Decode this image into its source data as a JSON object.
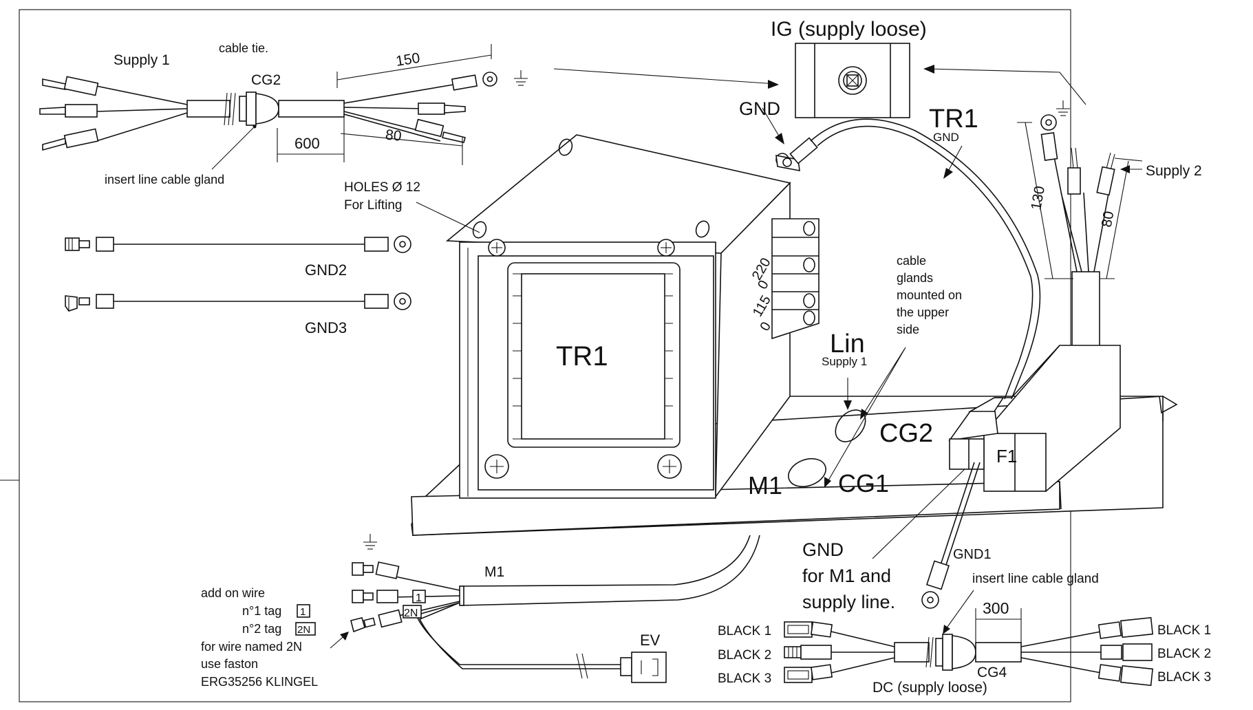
{
  "labels": {
    "supply1": "Supply 1",
    "cable_tie": "cable tie.",
    "cg2_top": "CG2",
    "dim_150": "150",
    "dim_600": "600",
    "dim_80_top": "80",
    "insert_gland_top": "insert line cable gland",
    "holes_line1": "HOLES Ø 12",
    "holes_line2": "For Lifting",
    "gnd2": "GND2",
    "gnd3": "GND3",
    "ig": "IG (supply loose)",
    "gnd_top": "GND",
    "tr1_big": "TR1",
    "tr1_gnd": "GND",
    "supply2": "Supply 2",
    "dim_130": "130",
    "dim_80_right": "80",
    "cable_glands_1": "cable",
    "cable_glands_2": "glands",
    "cable_glands_3": "mounted on",
    "cable_glands_4": "the upper",
    "cable_glands_5": "side",
    "lin": "Lin",
    "lin_supply": "Supply 1",
    "tr1_main": "TR1",
    "tap_220": "220",
    "tap_0a": "0",
    "tap_115": "115",
    "tap_0b": "0",
    "cg2_board": "CG2",
    "m1_board": "M1",
    "cg1_board": "CG1",
    "f1": "F1",
    "gnd_m1_1": "GND",
    "gnd_m1_2": "for M1 and",
    "gnd_m1_3": "supply line.",
    "gnd1": "GND1",
    "insert_gland_bottom": "insert line cable gland",
    "dim_300": "300",
    "black1_l": "BLACK 1",
    "black2_l": "BLACK 2",
    "black3_l": "BLACK 3",
    "black1_r": "BLACK 1",
    "black2_r": "BLACK 2",
    "black3_r": "BLACK 3",
    "cg4": "CG4",
    "dc": "DC (supply loose)",
    "m1_cable": "M1",
    "ev": "EV",
    "tag_1": "1",
    "tag_2n": "2N",
    "note_1": "add on wire",
    "note_2": "n°1 tag",
    "note_3": "n°2 tag",
    "note_4": "for wire named 2N",
    "note_5": "use faston",
    "note_6": "ERG35256 KLINGEL",
    "note_tag1": "1",
    "note_tag2": "2N"
  }
}
